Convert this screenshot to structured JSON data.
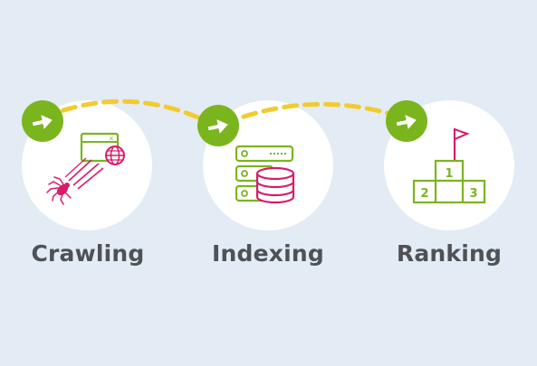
{
  "steps": [
    {
      "label": "Crawling",
      "icon": "spider-crawler-icon"
    },
    {
      "label": "Indexing",
      "icon": "database-server-icon"
    },
    {
      "label": "Ranking",
      "icon": "podium-flag-icon"
    }
  ],
  "podium": {
    "first": "1",
    "second": "2",
    "third": "3"
  },
  "colors": {
    "background": "#e3ebf4",
    "circle": "#ffffff",
    "green": "#7ab51d",
    "yellow": "#f2cb2e",
    "magenta": "#d81b6a",
    "text": "#4e5257"
  }
}
